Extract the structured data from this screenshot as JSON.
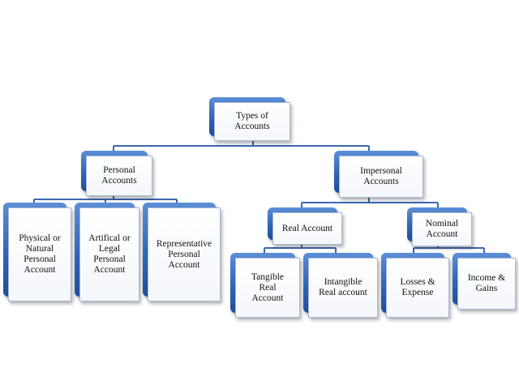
{
  "diagram": {
    "root": "Types of\nAccounts",
    "personal": "Personal\nAccounts",
    "impersonal": "Impersonal\nAccounts",
    "physical": "Physical or\nNatural\nPersonal\nAccount",
    "artificial": "Artifical or\nLegal\nPersonal\nAccount",
    "representative": "Representative\nPersonal\nAccount",
    "real": "Real Account",
    "nominal": "Nominal\nAccount",
    "tangible": "Tangible\nReal\nAccount",
    "intangible": "Intangible\nReal account",
    "losses": "Losses &\nExpense",
    "income": "Income &\nGains"
  },
  "colors": {
    "box_accent": "#2f66b8",
    "box_fill": "#ffffff",
    "connector": "#3a68b0"
  }
}
